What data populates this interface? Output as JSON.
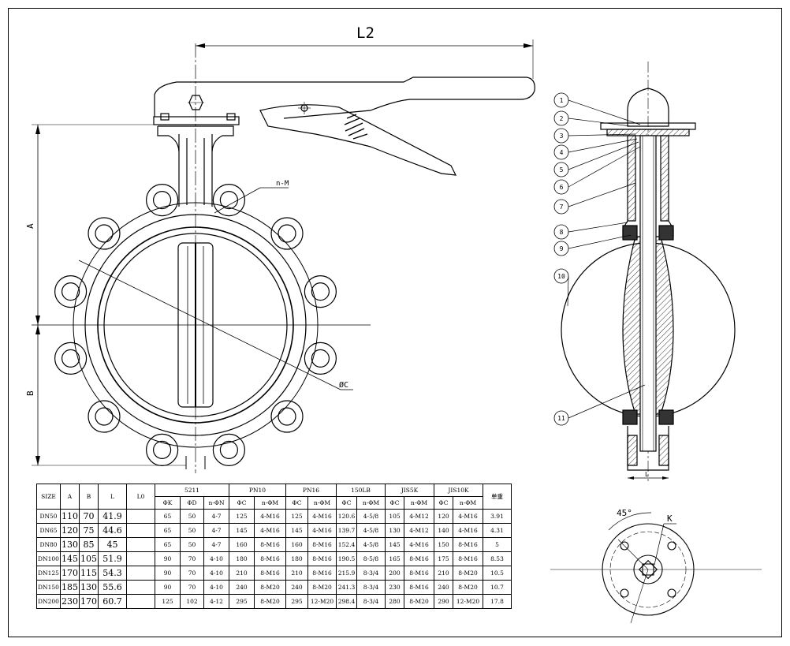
{
  "labels": {
    "l2": "L2",
    "dim_a": "A",
    "dim_b": "B",
    "bolts": "n-M",
    "pcd": "ØC",
    "angle": "45°",
    "k": "K",
    "l": "L"
  },
  "callouts": [
    "1",
    "2",
    "3",
    "4",
    "5",
    "6",
    "7",
    "8",
    "9",
    "10",
    "11"
  ],
  "table": {
    "groups": [
      "5211",
      "PN10",
      "PN16",
      "150LB",
      "JIS5K",
      "JIS10K"
    ],
    "fixed_headers": [
      "SIZE",
      "A",
      "B",
      "L",
      "L0"
    ],
    "weight_header": "单重",
    "sub_headers": [
      "ΦK",
      "ΦD",
      "n-ΦN",
      "ΦC",
      "n-ΦM",
      "ΦC",
      "n-ΦM",
      "ΦC",
      "n-ΦM",
      "ΦC",
      "n-ΦM",
      "ΦC",
      "n-ΦM"
    ],
    "rows": [
      [
        "DN50",
        "110",
        "70",
        "41.9",
        "",
        "65",
        "50",
        "4-7",
        "125",
        "4-M16",
        "125",
        "4-M16",
        "120.6",
        "4-5/8",
        "105",
        "4-M12",
        "120",
        "4-M16",
        "3.91"
      ],
      [
        "DN65",
        "120",
        "75",
        "44.6",
        "",
        "65",
        "50",
        "4-7",
        "145",
        "4-M16",
        "145",
        "4-M16",
        "139.7",
        "4-5/8",
        "130",
        "4-M12",
        "140",
        "4-M16",
        "4.31"
      ],
      [
        "DN80",
        "130",
        "85",
        "45",
        "",
        "65",
        "50",
        "4-7",
        "160",
        "8-M16",
        "160",
        "8-M16",
        "152.4",
        "4-5/8",
        "145",
        "4-M16",
        "150",
        "8-M16",
        "5"
      ],
      [
        "DN100",
        "145",
        "105",
        "51.9",
        "",
        "90",
        "70",
        "4-10",
        "180",
        "8-M16",
        "180",
        "8-M16",
        "190.5",
        "8-5/8",
        "165",
        "8-M16",
        "175",
        "8-M16",
        "8.53"
      ],
      [
        "DN125",
        "170",
        "115",
        "54.3",
        "",
        "90",
        "70",
        "4-10",
        "210",
        "8-M16",
        "210",
        "8-M16",
        "215.9",
        "8-3/4",
        "200",
        "8-M16",
        "210",
        "8-M20",
        "10.5"
      ],
      [
        "DN150",
        "185",
        "130",
        "55.6",
        "",
        "90",
        "70",
        "4-10",
        "240",
        "8-M20",
        "240",
        "8-M20",
        "241.3",
        "8-3/4",
        "230",
        "8-M16",
        "240",
        "8-M20",
        "10.7"
      ],
      [
        "DN200",
        "230",
        "170",
        "60.7",
        "",
        "125",
        "102",
        "4-12",
        "295",
        "8-M20",
        "295",
        "12-M20",
        "298.4",
        "8-3/4",
        "280",
        "8-M20",
        "290",
        "12-M20",
        "17.8"
      ]
    ]
  }
}
